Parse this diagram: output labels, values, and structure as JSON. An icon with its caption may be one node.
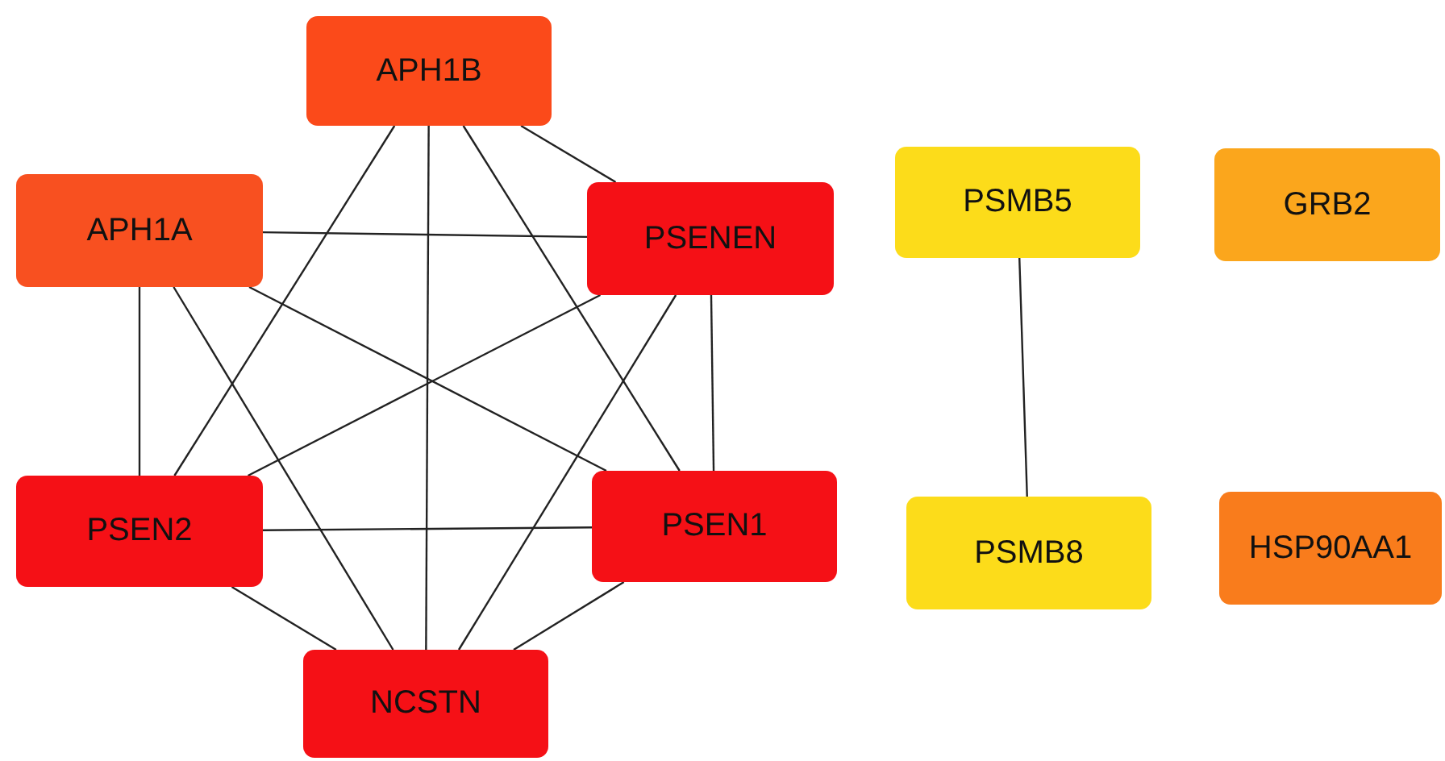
{
  "diagram": {
    "nodes": [
      {
        "text": [
          "APH1B"
        ]
      },
      {
        "text": [
          "APH1A"
        ]
      },
      {
        "text": [
          "PSENEN"
        ]
      },
      {
        "text": [
          "PSEN2"
        ]
      },
      {
        "text": [
          "PSEN1"
        ]
      },
      {
        "text": [
          "NCSTN"
        ]
      },
      {
        "text": [
          "PSMB5"
        ]
      },
      {
        "text": [
          "GRB2"
        ]
      },
      {
        "text": [
          "PSMB8"
        ]
      },
      {
        "text": [
          "HSP90AA1"
        ]
      }
    ],
    "edges": [
      {
        "from": 0,
        "to": 2,
        "arrow": "none"
      },
      {
        "from": 0,
        "to": 3,
        "arrow": "none"
      },
      {
        "from": 0,
        "to": 5,
        "arrow": "none"
      },
      {
        "from": 0,
        "to": 4,
        "arrow": "none"
      },
      {
        "from": 1,
        "to": 2,
        "arrow": "none"
      },
      {
        "from": 1,
        "to": 3,
        "arrow": "none"
      },
      {
        "from": 1,
        "to": 5,
        "arrow": "none"
      },
      {
        "from": 1,
        "to": 4,
        "arrow": "none"
      },
      {
        "from": 2,
        "to": 3,
        "arrow": "none"
      },
      {
        "from": 2,
        "to": 4,
        "arrow": "none"
      },
      {
        "from": 2,
        "to": 5,
        "arrow": "none"
      },
      {
        "from": 3,
        "to": 4,
        "arrow": "none"
      },
      {
        "from": 3,
        "to": 5,
        "arrow": "none"
      },
      {
        "from": 4,
        "to": 5,
        "arrow": "none"
      },
      {
        "from": 6,
        "to": 8,
        "arrow": "none"
      }
    ]
  }
}
